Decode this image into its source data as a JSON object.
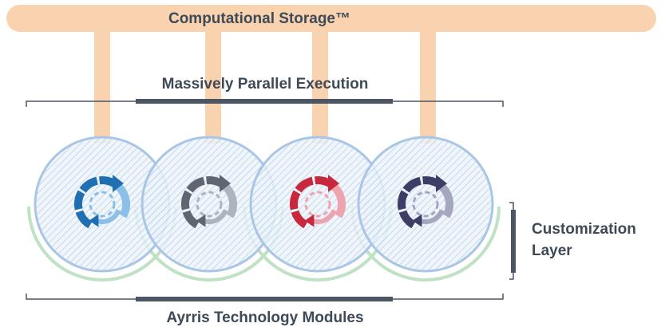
{
  "top_bar": {
    "label": "Computational Storage™"
  },
  "execution": {
    "label": "Massively Parallel Execution"
  },
  "customization": {
    "line1": "Customization",
    "line2": "Layer"
  },
  "modules": {
    "label": "Ayrris Technology Modules"
  },
  "colors": {
    "storage": "#f9d3b0",
    "circle_stroke": "#a9c6e6",
    "circle_hatch": "#c9dcee",
    "customization_arc": "#bfe2c4",
    "bracket": "#4b5563",
    "text": "#3f4a57"
  },
  "cycles": [
    {
      "name": "blue",
      "dark": "#1f6fb2",
      "light": "#8bbfe8"
    },
    {
      "name": "gray",
      "dark": "#5f6671",
      "light": "#aeb4bc"
    },
    {
      "name": "red",
      "dark": "#c8283e",
      "light": "#eda4ae"
    },
    {
      "name": "navy",
      "dark": "#3b3f66",
      "light": "#a5a7bf"
    }
  ]
}
